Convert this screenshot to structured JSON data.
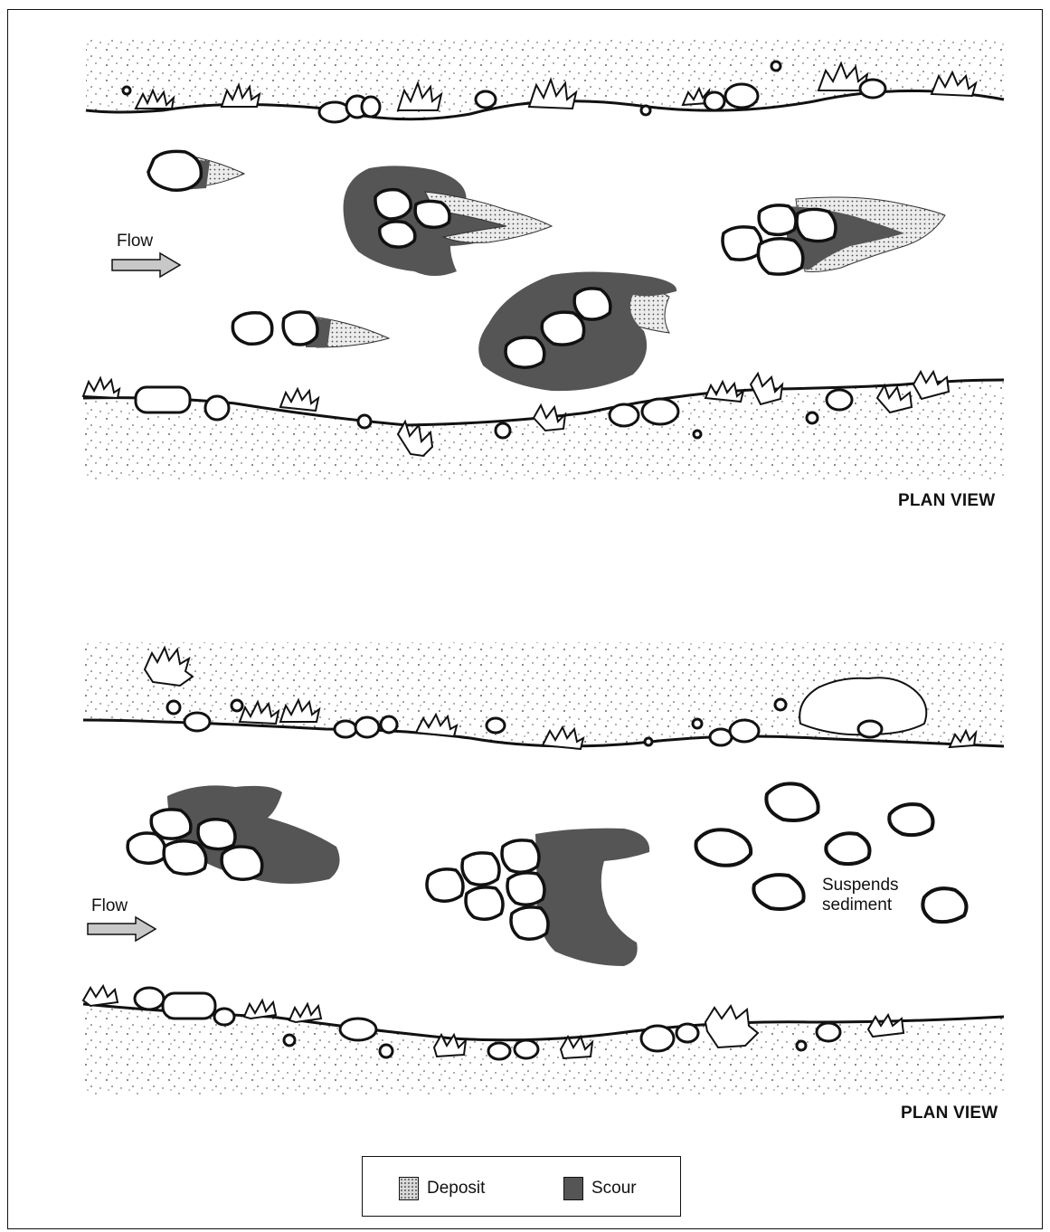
{
  "diagrams": [
    {
      "flow_label": "Flow",
      "view_label": "PLAN VIEW"
    },
    {
      "flow_label": "Flow",
      "view_label": "PLAN VIEW",
      "annotation": [
        "Suspends",
        "sediment"
      ]
    }
  ],
  "legend": {
    "deposit_label": "Deposit",
    "scour_label": "Scour"
  },
  "colors": {
    "scour": "#555555",
    "deposit": "#d9d9d9",
    "outline": "#111111"
  }
}
